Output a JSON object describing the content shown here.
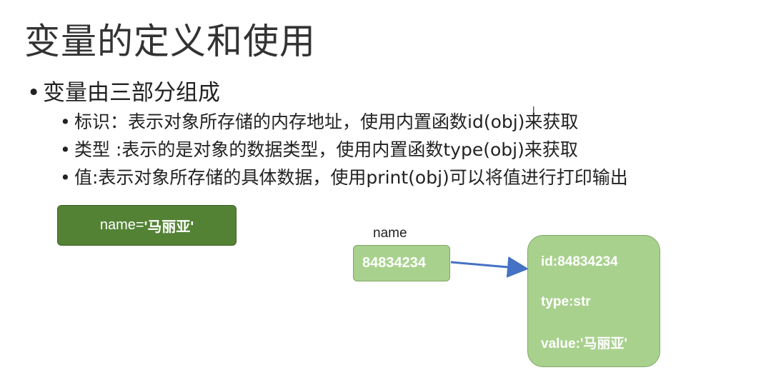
{
  "slide": {
    "title": "变量的定义和使用",
    "bullet": "变量由三部分组成",
    "sub_bullets": [
      "标识：表示对象所存储的内存地址，使用内置函数id(obj)来获取",
      "类型 :表示的是对象的数据类型，使用内置函数type(obj)来获取",
      "值:表示对象所存储的具体数据，使用print(obj)可以将值进行打印输出"
    ]
  },
  "diagram": {
    "assignment_prefix": "name=",
    "assignment_value": "'马丽亚'",
    "variable_name": "name",
    "variable_ref": "84834234",
    "object": {
      "id": "id:84834234",
      "type": "type:str",
      "value": "value:'马丽亚'"
    },
    "colors": {
      "dark_box": "#548235",
      "light_box": "#a9d18e",
      "arrow": "#4472c4"
    }
  }
}
